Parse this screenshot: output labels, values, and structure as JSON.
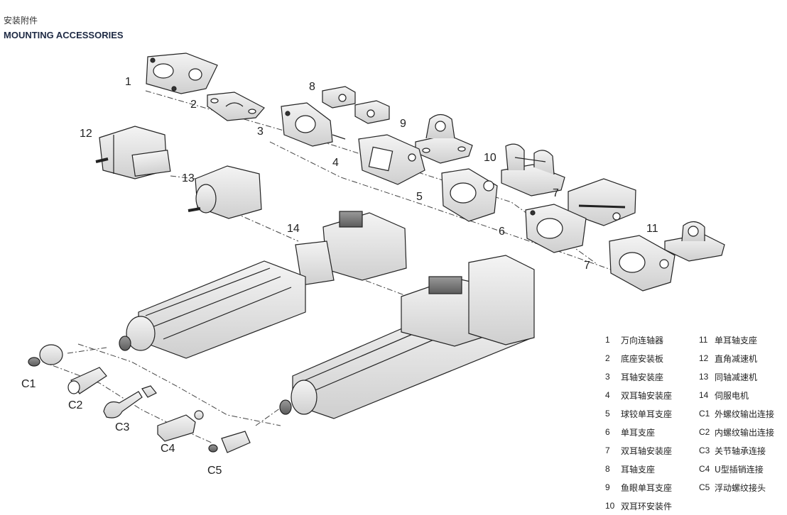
{
  "header": {
    "title_cn": "安装附件",
    "title_en": "MOUNTING ACCESSORIES"
  },
  "callouts": {
    "c1": "1",
    "c2": "2",
    "c3": "3",
    "c4": "4",
    "c5": "5",
    "c6": "6",
    "c7a": "7",
    "c7b": "7",
    "c8": "8",
    "c9": "9",
    "c10": "10",
    "c11": "11",
    "c12": "12",
    "c13": "13",
    "c14": "14",
    "cc1": "C1",
    "cc2": "C2",
    "cc3": "C3",
    "cc4": "C4",
    "cc5": "C5"
  },
  "legend": [
    {
      "num": "1",
      "text": "万向连轴器"
    },
    {
      "num": "11",
      "text": "单耳轴支座"
    },
    {
      "num": "2",
      "text": "底座安装板"
    },
    {
      "num": "12",
      "text": "直角减速机"
    },
    {
      "num": "3",
      "text": "耳轴安装座"
    },
    {
      "num": "13",
      "text": "同轴减速机"
    },
    {
      "num": "4",
      "text": "双耳轴安装座"
    },
    {
      "num": "14",
      "text": "伺服电机"
    },
    {
      "num": "5",
      "text": "球铰单耳支座"
    },
    {
      "num": "C1",
      "text": "外螺纹输出连接"
    },
    {
      "num": "6",
      "text": "单耳支座"
    },
    {
      "num": "C2",
      "text": "内螺纹输出连接"
    },
    {
      "num": "7",
      "text": "双耳轴安装座"
    },
    {
      "num": "C3",
      "text": "关节轴承连接"
    },
    {
      "num": "8",
      "text": "耳轴支座"
    },
    {
      "num": "C4",
      "text": "U型插销连接"
    },
    {
      "num": "9",
      "text": "鱼眼单耳支座"
    },
    {
      "num": "C5",
      "text": "浮动螺纹接头"
    },
    {
      "num": "10",
      "text": "双耳环安装件"
    },
    {
      "num": "",
      "text": ""
    }
  ]
}
